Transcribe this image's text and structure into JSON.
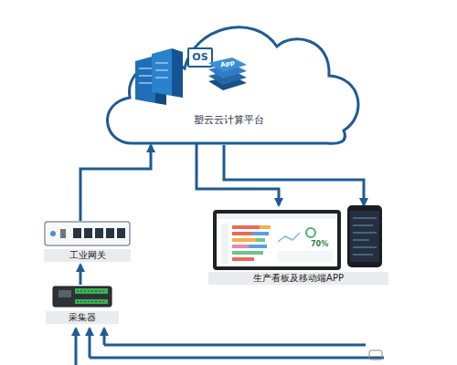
{
  "diagram": {
    "nodes": [
      {
        "text": [
          "塑云云计算平台"
        ]
      },
      {
        "text": [
          "OS"
        ],
        "in": 0
      },
      {
        "text": [
          "App"
        ],
        "in": 0
      },
      {
        "text": [
          "工业网关"
        ]
      },
      {
        "text": [
          "生产看板及移动端APP"
        ]
      },
      {
        "text": [
          "采集器"
        ]
      }
    ],
    "edges": [
      {
        "from": 3,
        "to": 0,
        "arrow": "to"
      },
      {
        "from": 0,
        "to": 4,
        "arrow": "to"
      },
      {
        "from": 0,
        "to": 4,
        "arrow": "to"
      },
      {
        "from": 5,
        "to": 3,
        "arrow": "to"
      }
    ],
    "labels": [
      "70%"
    ]
  }
}
